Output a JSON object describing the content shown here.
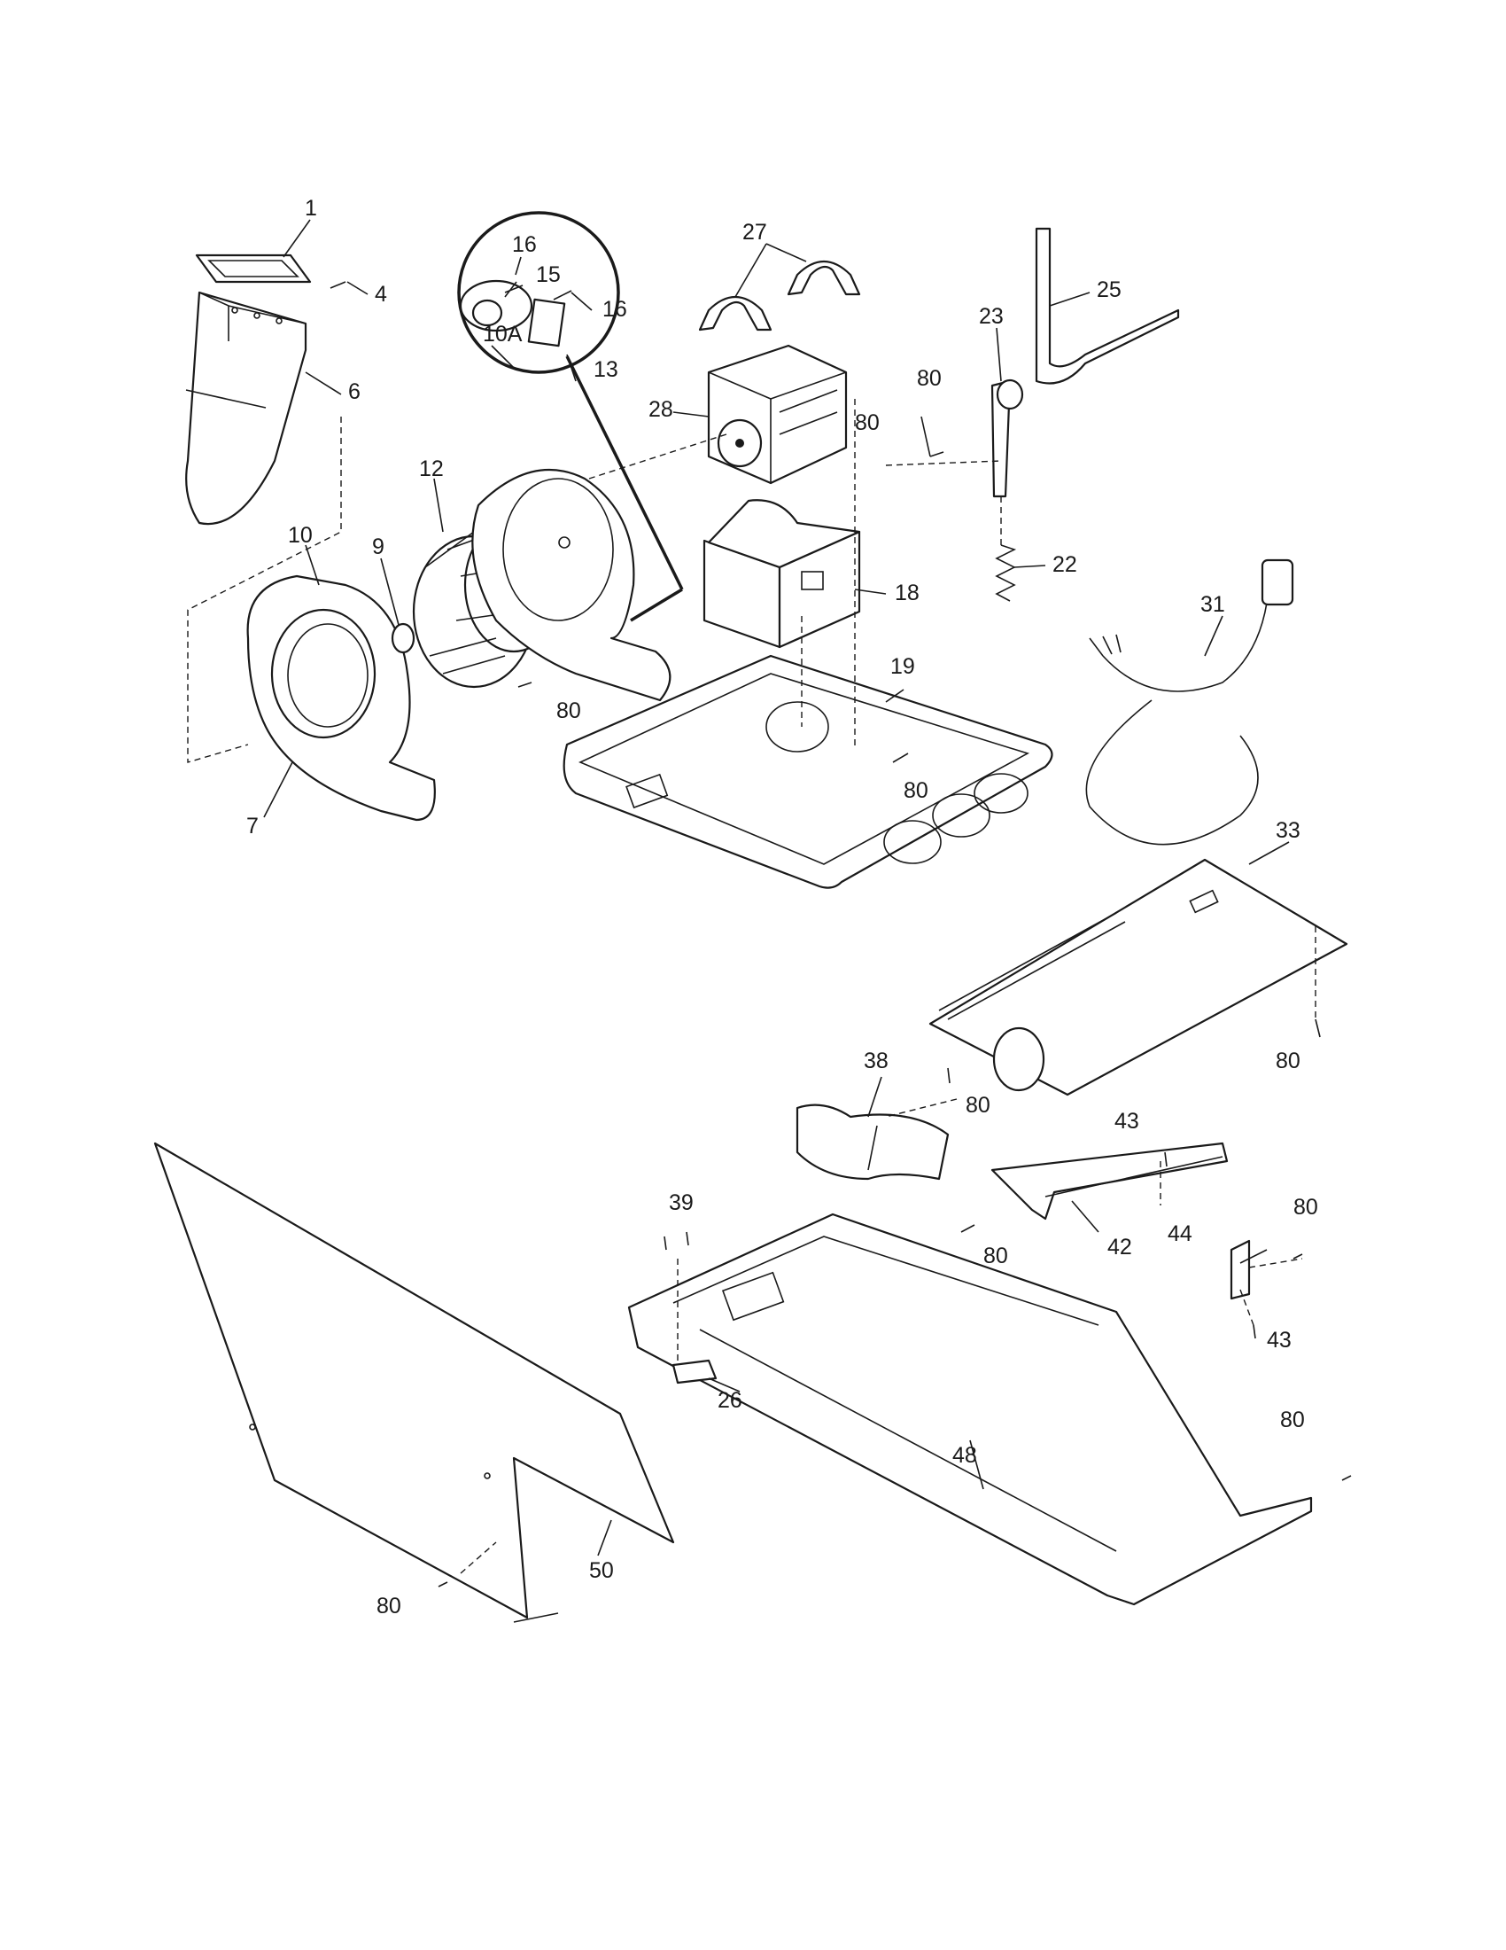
{
  "labels": {
    "p1": "1",
    "p4": "4",
    "p6": "6",
    "p7": "7",
    "p9": "9",
    "p10": "10",
    "p10a": "10A",
    "p12": "12",
    "p13": "13",
    "p15": "15",
    "p16a": "16",
    "p16b": "16",
    "p18": "18",
    "p19": "19",
    "p22": "22",
    "p23": "23",
    "p25": "25",
    "p26": "26",
    "p27": "27",
    "p28": "28",
    "p31": "31",
    "p33": "33",
    "p38": "38",
    "p39": "39",
    "p42": "42",
    "p43a": "43",
    "p43b": "43",
    "p44": "44",
    "p48": "48",
    "p50": "50",
    "s80a": "80",
    "s80b": "80",
    "s80c": "80",
    "s80d": "80",
    "s80e": "80",
    "s80f": "80",
    "s80g": "80",
    "s80h": "80",
    "s80i": "80",
    "s80j": "80"
  }
}
